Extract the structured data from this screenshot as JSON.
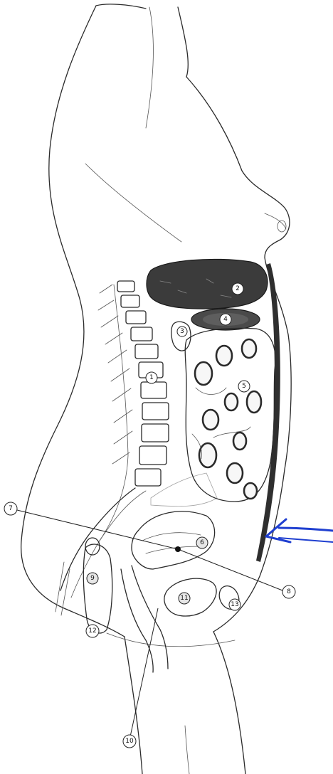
{
  "labels": [
    "1",
    "2",
    "3",
    "4",
    "5",
    "6",
    "7",
    "8",
    "9",
    "10",
    "11",
    "12",
    "13"
  ],
  "colors": {
    "ink": "#2a2a2a",
    "organ_dark": "#3b3b3b",
    "arrow": "#1f3fd0",
    "paper": "#ffffff"
  },
  "annotation": {
    "arrow_icon": "hand-drawn-arrow-pointing-left"
  }
}
